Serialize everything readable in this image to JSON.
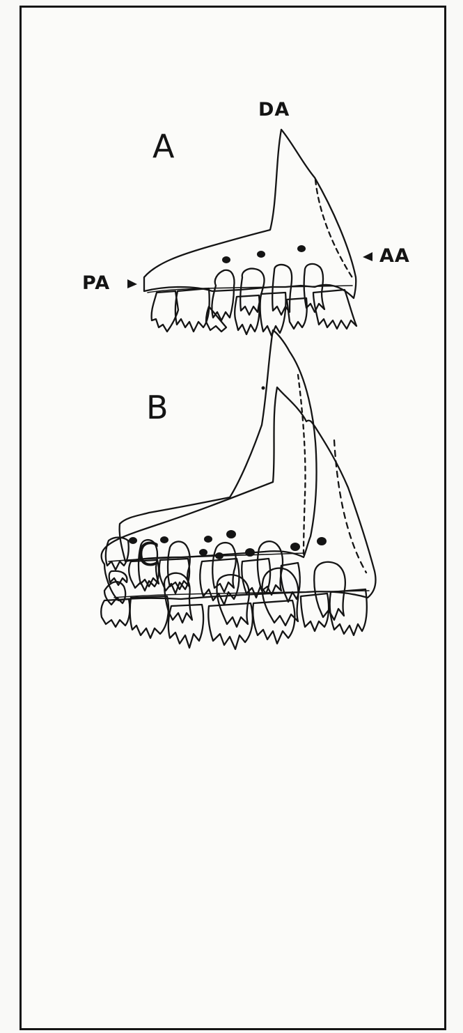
{
  "figure": {
    "panels": [
      {
        "letter": "A"
      },
      {
        "letter": "B"
      },
      {
        "letter": "C"
      }
    ],
    "annotations": {
      "dorsal": "DA",
      "anterior": "AA",
      "posterior": "PA"
    },
    "colors": {
      "ink": "#141414",
      "paper": "#fbfbf9"
    }
  }
}
